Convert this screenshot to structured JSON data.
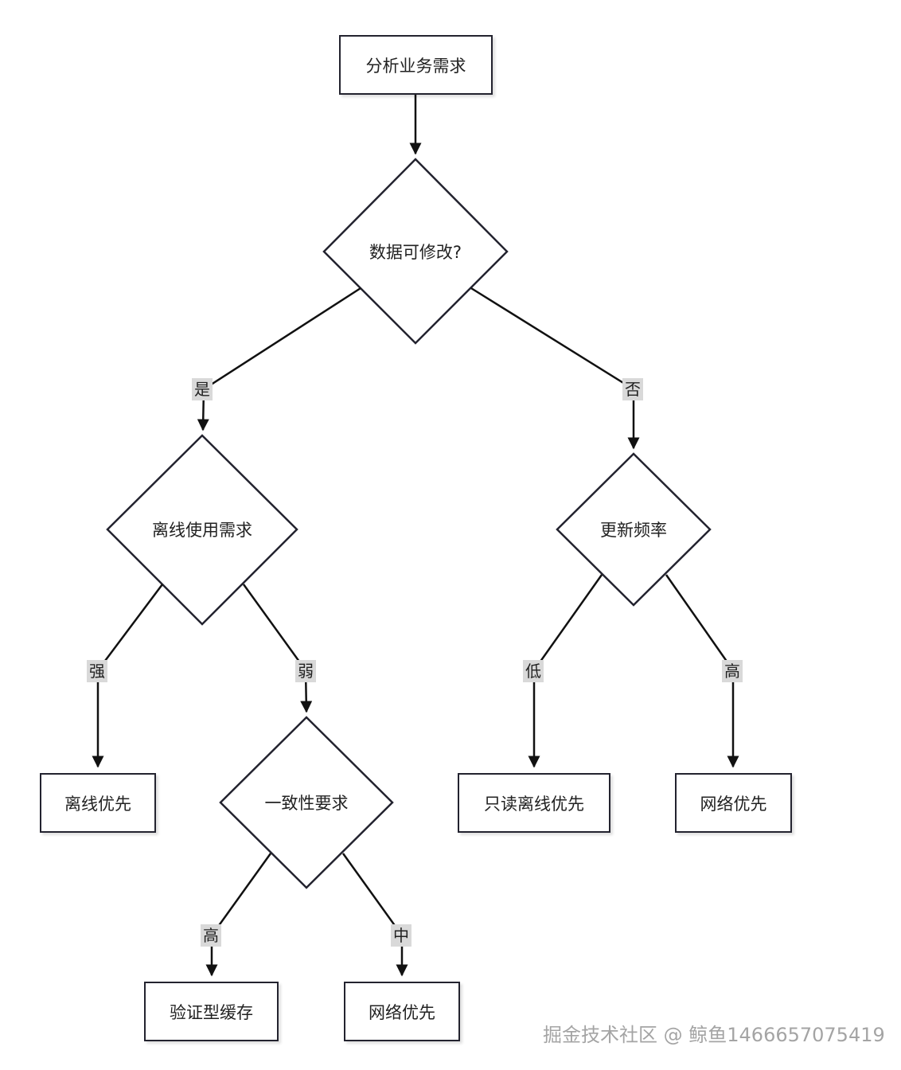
{
  "nodes": {
    "analyze": "分析业务需求",
    "data_modifiable": "数据可修改?",
    "offline_need": "离线使用需求",
    "update_freq": "更新频率",
    "consistency": "一致性要求",
    "offline_first": "离线优先",
    "readonly_offline": "只读离线优先",
    "network_first_right": "网络优先",
    "validate_cache": "验证型缓存",
    "network_first_bottom": "网络优先"
  },
  "edge_labels": {
    "yes": "是",
    "no": "否",
    "strong": "强",
    "weak": "弱",
    "low": "低",
    "high_right": "高",
    "high_bottom": "高",
    "medium": "中"
  },
  "watermark": "掘金技术社区 @ 鲸鱼1466657075419",
  "colors": {
    "stroke": "#23232f",
    "edge_label_bg": "#d9d9d9"
  }
}
